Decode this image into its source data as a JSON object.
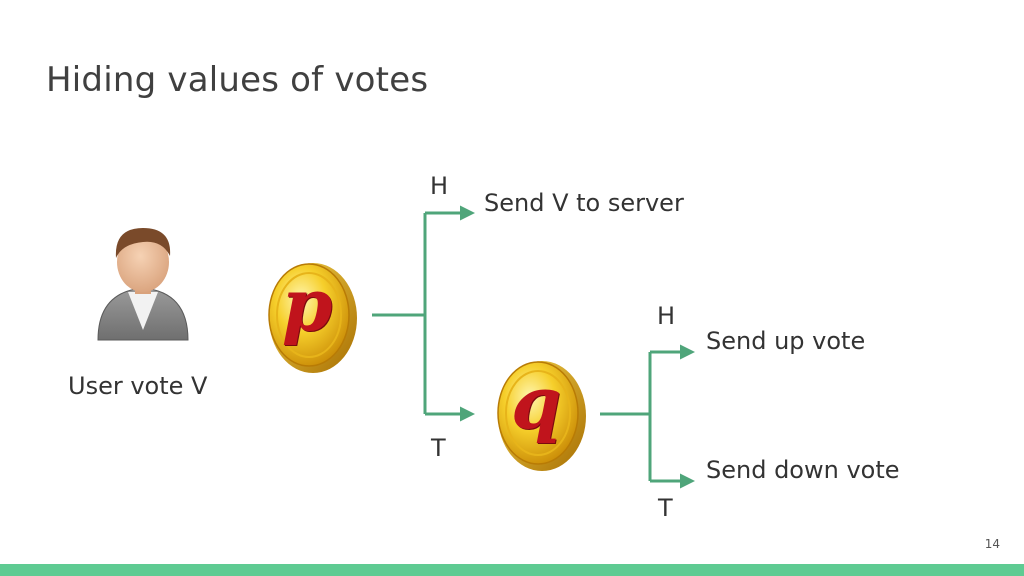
{
  "slide": {
    "title": "Hiding values of votes",
    "page_number": "14"
  },
  "user": {
    "label": "User vote V"
  },
  "coin_p": {
    "letter": "p"
  },
  "coin_q": {
    "letter": "q"
  },
  "branch1": {
    "heads_label": "H",
    "tails_label": "T",
    "heads_outcome": "Send V to server"
  },
  "branch2": {
    "heads_label": "H",
    "tails_label": "T",
    "heads_outcome": "Send up vote",
    "tails_outcome": "Send down vote"
  },
  "colors": {
    "arrow": "#4fa57a",
    "accent_bar": "#5ecb92",
    "coin_gold": "#f2c21b",
    "coin_letter": "#c0141c"
  }
}
